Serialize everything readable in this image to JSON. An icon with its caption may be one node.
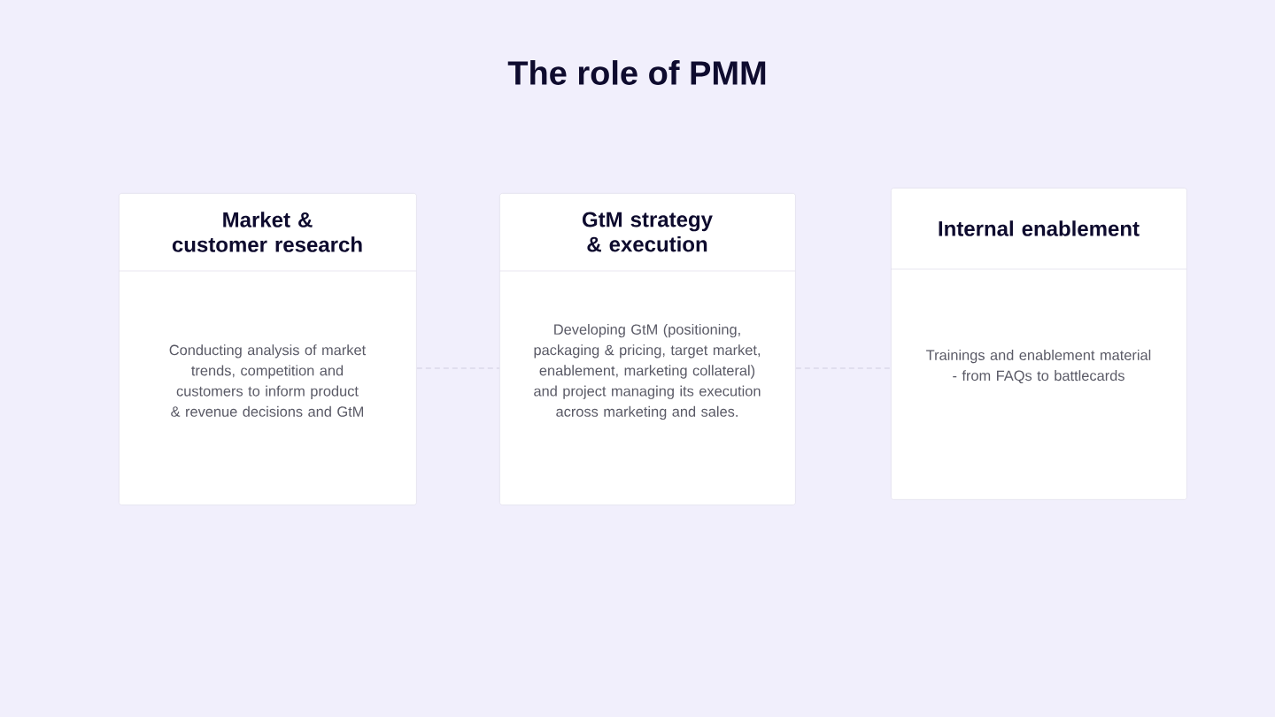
{
  "diagram": {
    "title": "The role of PMM",
    "nodes": [
      {
        "text": [
          "Market & customer research",
          "Conducting analysis of market trends, competition and customers to inform product & revenue decisions and GtM"
        ]
      },
      {
        "text": [
          "GtM strategy & execution",
          "Developing GtM (positioning, packaging & pricing, target market, enablement, marketing collateral) and project managing its execution across marketing and sales."
        ]
      },
      {
        "text": [
          "Internal enablement",
          "Trainings and enablement material - from FAQs to battlecards"
        ]
      }
    ],
    "edges": [
      {
        "from": 0,
        "to": 1,
        "arrow": "none",
        "style": "dashed"
      },
      {
        "from": 1,
        "to": 2,
        "arrow": "none",
        "style": "dashed"
      }
    ]
  }
}
